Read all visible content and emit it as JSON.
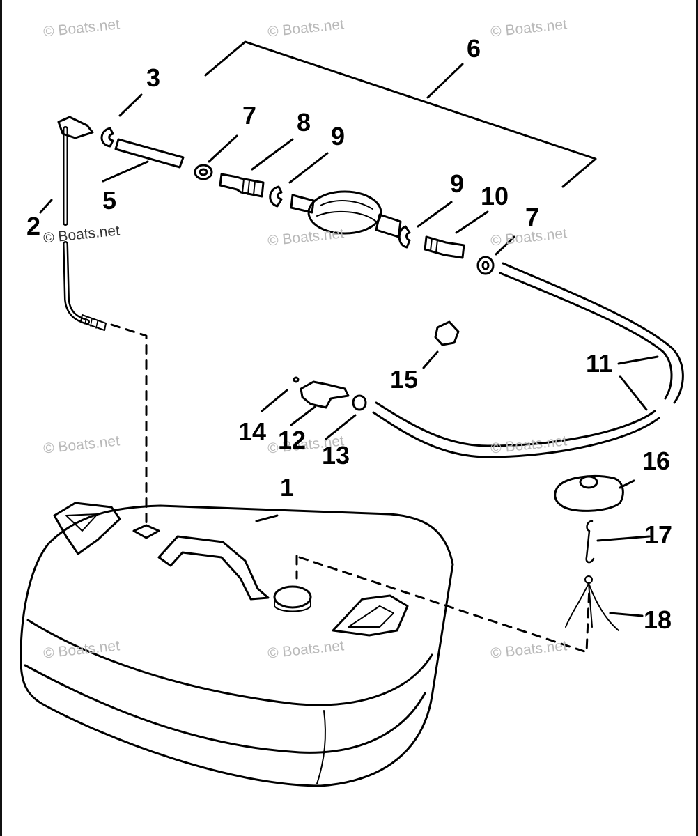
{
  "watermark": {
    "text": "© Boats.net"
  },
  "callouts": {
    "c1": "1",
    "c2": "2",
    "c3": "3",
    "c5": "5",
    "c6": "6",
    "c7a": "7",
    "c7b": "7",
    "c8": "8",
    "c9a": "9",
    "c9b": "9",
    "c10": "10",
    "c11": "11",
    "c12": "12",
    "c13": "13",
    "c14": "14",
    "c15": "15",
    "c16": "16",
    "c17": "17",
    "c18": "18"
  }
}
